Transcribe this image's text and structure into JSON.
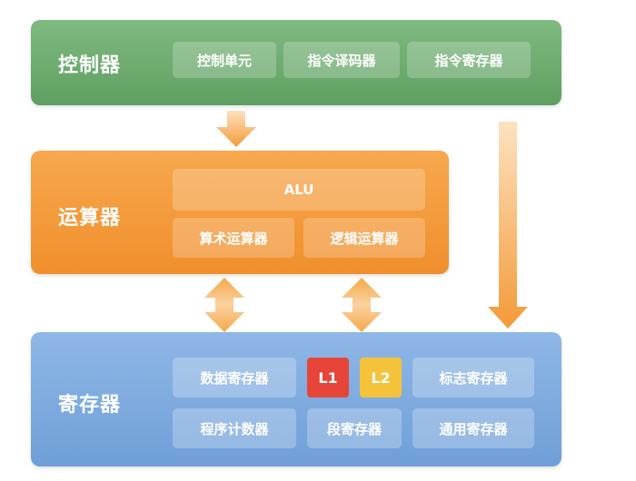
{
  "controller": {
    "title": "控制器",
    "units": [
      "控制单元",
      "指令译码器",
      "指令寄存器"
    ]
  },
  "alu_block": {
    "title": "运算器",
    "alu_label": "ALU",
    "units": [
      "算术运算器",
      "逻辑运算器"
    ]
  },
  "registers": {
    "title": "寄存器",
    "units": {
      "data": "数据寄存器",
      "flags": "标志寄存器",
      "pc": "程序计数器",
      "segment": "段寄存器",
      "general": "通用寄存器",
      "l1": "L1",
      "l2": "L2"
    }
  },
  "colors": {
    "controller": "#6aa86d",
    "alu": "#f39a38",
    "registers": "#7eaadf",
    "l1": "#e8453a",
    "l2": "#f4c33b",
    "arrow": "#f5a84a"
  }
}
